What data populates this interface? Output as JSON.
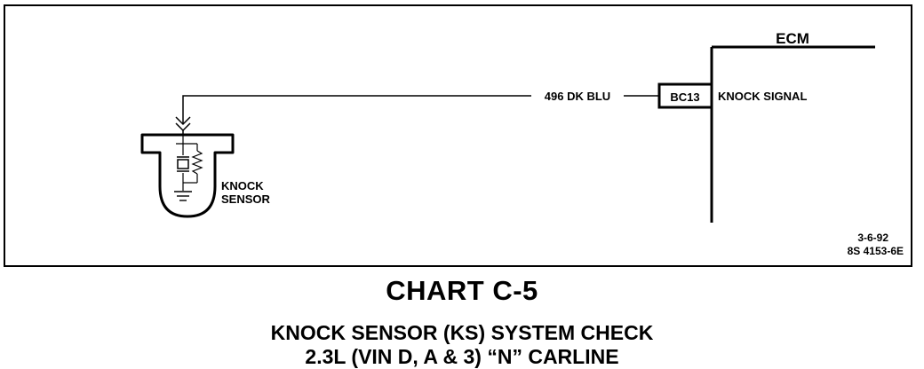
{
  "diagram": {
    "ecm_label": "ECM",
    "wire_label": "496 DK BLU",
    "connector_label": "BC13",
    "signal_label": "KNOCK SIGNAL",
    "sensor_label_line1": "KNOCK",
    "sensor_label_line2": "SENSOR",
    "date_code": "3-6-92",
    "drawing_number": "8S 4153-6E"
  },
  "caption": {
    "title": "CHART C-5",
    "subtitle": "KNOCK SENSOR (KS) SYSTEM CHECK",
    "vehicle": "2.3L  (VIN D, A & 3)  “N”  CARLINE"
  }
}
